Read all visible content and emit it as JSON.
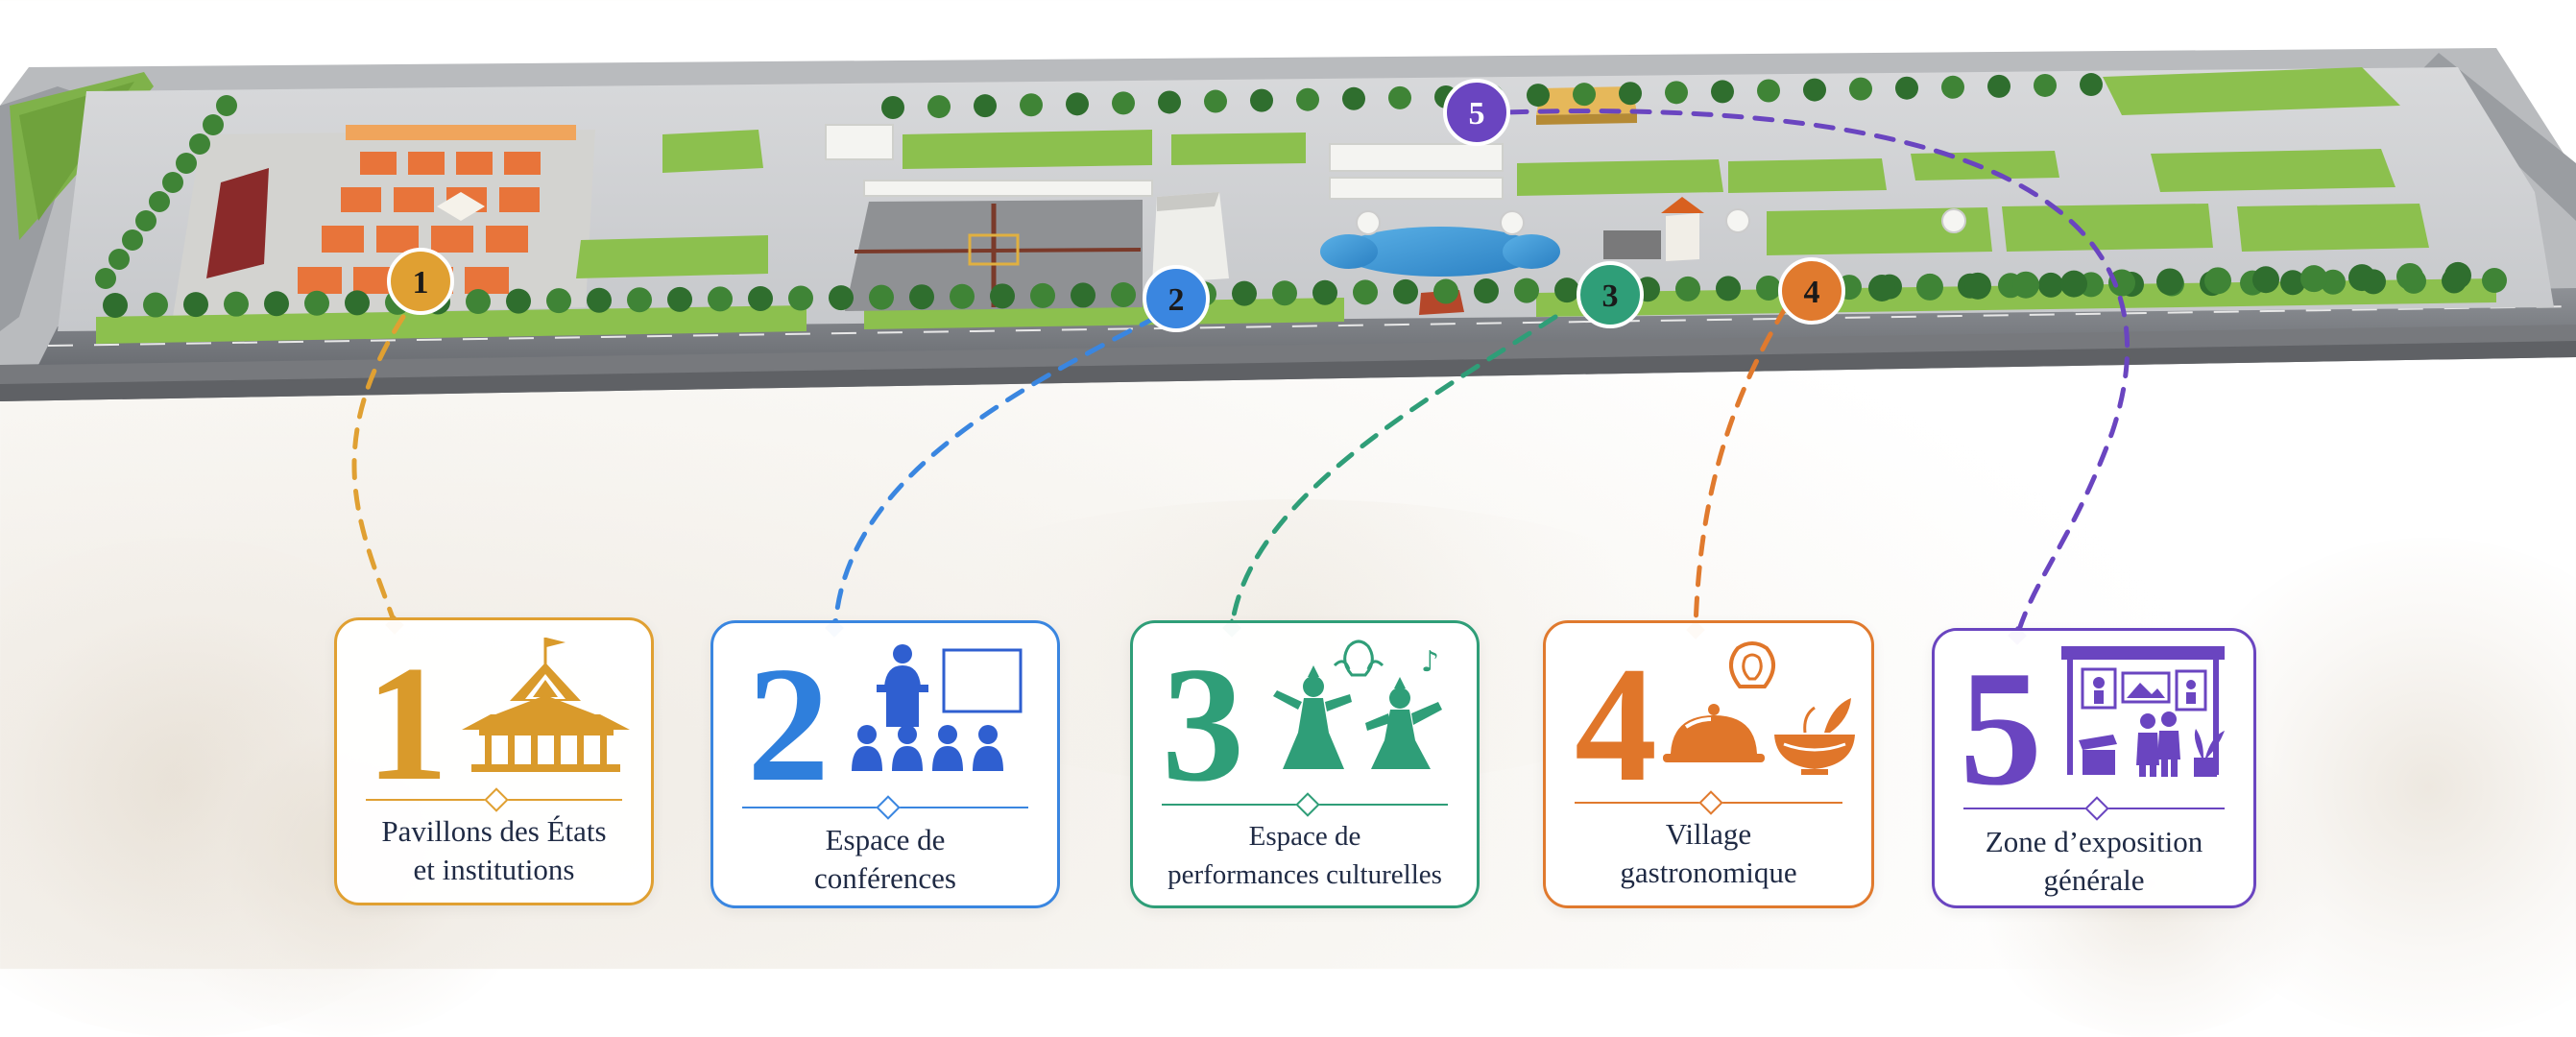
{
  "zones": [
    {
      "number": "1",
      "line1": "Pavillons des États",
      "line2": "et institutions",
      "color": "#e0a032",
      "icon": "royal-pavilion-icon"
    },
    {
      "number": "2",
      "line1": "Espace de",
      "line2": "conférences",
      "color": "#3a86e0",
      "icon": "conference-speaker-icon"
    },
    {
      "number": "3",
      "line1": "Espace de",
      "line2": "performances culturelles",
      "color": "#2f9e78",
      "icon": "apsara-dancers-icon"
    },
    {
      "number": "4",
      "line1": "Village",
      "line2": "gastronomique",
      "color": "#e07a2e",
      "icon": "food-cloche-icon"
    },
    {
      "number": "5",
      "line1": "Zone d’exposition",
      "line2": "générale",
      "color": "#6a45c0",
      "icon": "exhibition-booth-icon"
    }
  ],
  "map_markers": [
    {
      "number": "1",
      "color": "#e0a032"
    },
    {
      "number": "2",
      "color": "#3a86e0"
    },
    {
      "number": "3",
      "color": "#2f9e78"
    },
    {
      "number": "4",
      "color": "#e07a2e"
    },
    {
      "number": "5",
      "color": "#6a45c0"
    }
  ]
}
